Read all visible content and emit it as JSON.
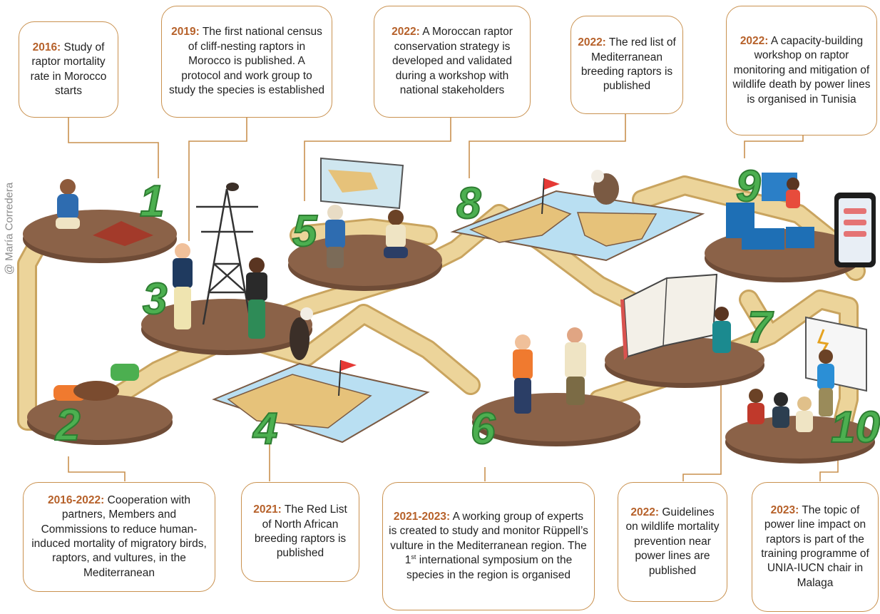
{
  "credit": "@ María Corredera",
  "milestones": [
    {
      "number": "1",
      "year": "2016:",
      "text": "Study of raptor mortality rate in Morocco starts"
    },
    {
      "number": "2",
      "year": "2016-2022:",
      "text": "Cooperation with partners, Members and Commissions to reduce human-induced mortality of migratory birds, raptors, and vultures, in the Mediterranean"
    },
    {
      "number": "3",
      "year": "2019:",
      "text": "The first national census of cliff-nesting raptors in Morocco is published. A protocol and work group to study the species is established"
    },
    {
      "number": "4",
      "year": "2021:",
      "text": "The Red List of North African breeding raptors is published"
    },
    {
      "number": "5",
      "year": "2022:",
      "text": "A Moroccan raptor conservation strategy is developed and validated during a workshop with national stakeholders"
    },
    {
      "number": "6",
      "year": "2021-2023:",
      "text": "A working group of experts is created to study and monitor Rüppell’s vulture in the Mediterranean region. The 1",
      "text_sup": "st",
      "text_after": " international symposium on the species in the region is organised"
    },
    {
      "number": "7",
      "year": "2022:",
      "text": "Guidelines on wildlife mortality prevention near power lines are published"
    },
    {
      "number": "8",
      "year": "2022:",
      "text": "The red list of Mediterranean breeding raptors is published"
    },
    {
      "number": "9",
      "year": "2022:",
      "text": "A capacity-building workshop on raptor monitoring and mitigation of wildlife death by power lines is organised in Tunisia"
    },
    {
      "number": "10",
      "year": "2023:",
      "text": "The topic of power line impact on raptors is part of the training programme of UNIA-IUCN chair in Malaga"
    }
  ],
  "colors": {
    "path": "#ecd49a",
    "path_edge": "#c9a45f",
    "ground": "#8b6248",
    "number": "#4caf50",
    "callout_border": "#c9914f",
    "year": "#b6612a"
  }
}
